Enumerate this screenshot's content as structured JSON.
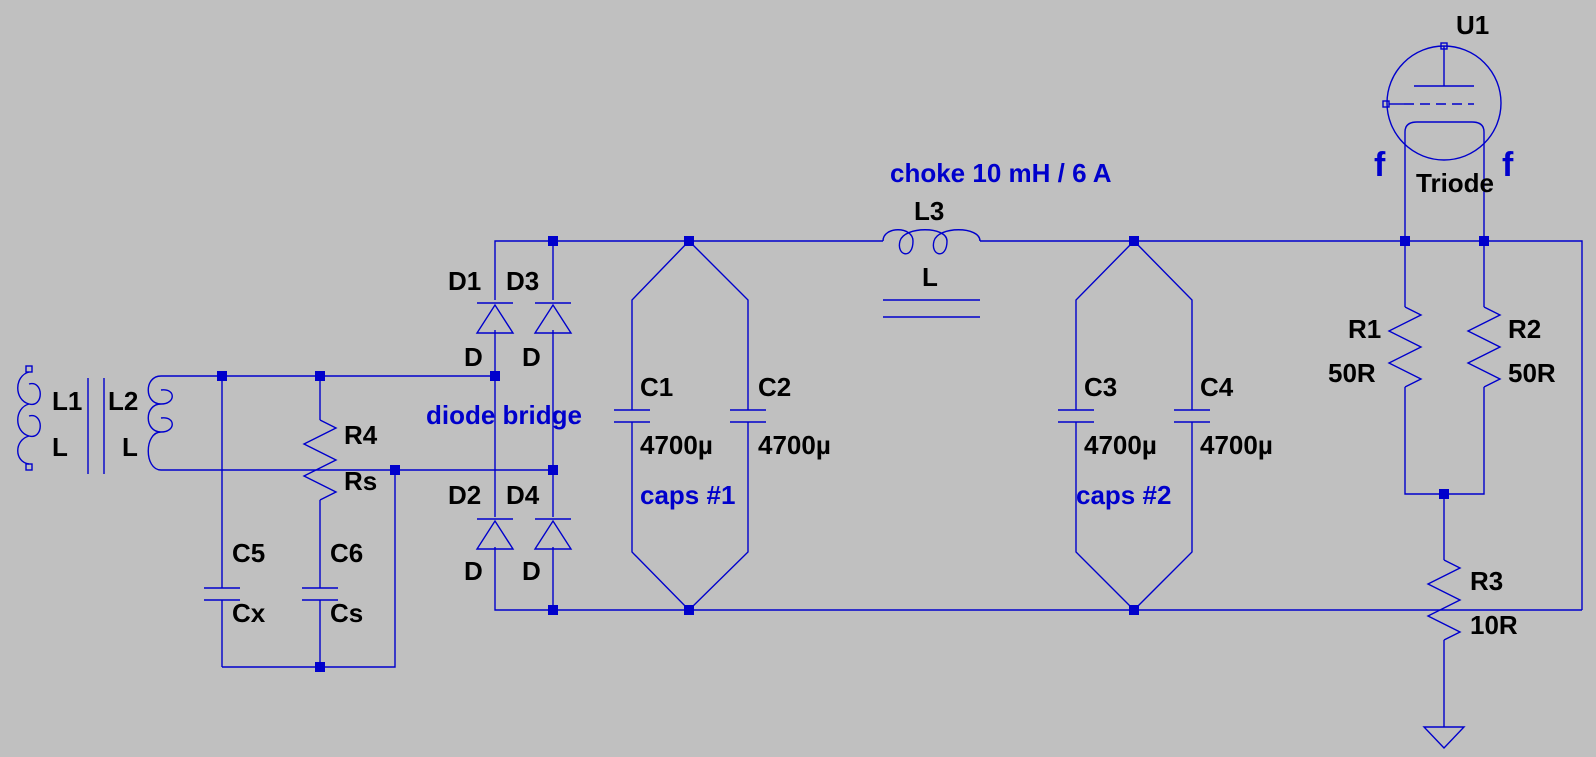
{
  "colors": {
    "background": "#c0c0c0",
    "wire": "#0000cc",
    "label": "#000000",
    "annotation": "#0000cc"
  },
  "components": {
    "L1": {
      "name": "L1",
      "value": "L"
    },
    "L2": {
      "name": "L2",
      "value": "L"
    },
    "L3": {
      "name": "L3",
      "value": "L"
    },
    "D1": {
      "name": "D1",
      "value": "D"
    },
    "D2": {
      "name": "D2",
      "value": "D"
    },
    "D3": {
      "name": "D3",
      "value": "D"
    },
    "D4": {
      "name": "D4",
      "value": "D"
    },
    "C1": {
      "name": "C1",
      "value": "4700µ"
    },
    "C2": {
      "name": "C2",
      "value": "4700µ"
    },
    "C3": {
      "name": "C3",
      "value": "4700µ"
    },
    "C4": {
      "name": "C4",
      "value": "4700µ"
    },
    "C5": {
      "name": "C5",
      "value": "Cx"
    },
    "C6": {
      "name": "C6",
      "value": "Cs"
    },
    "R1": {
      "name": "R1",
      "value": "50R"
    },
    "R2": {
      "name": "R2",
      "value": "50R"
    },
    "R3": {
      "name": "R3",
      "value": "10R"
    },
    "R4": {
      "name": "R4",
      "value": "Rs"
    },
    "U1": {
      "name": "U1",
      "value": "Triode"
    }
  },
  "annotations": {
    "choke": "choke 10 mH / 6 A",
    "diode_bridge": "diode bridge",
    "caps1": "caps #1",
    "caps2": "caps #2",
    "filament_left": "f",
    "filament_right": "f"
  },
  "icons": {
    "ground": "ground-symbol-icon",
    "triode": "triode-tube-icon"
  }
}
